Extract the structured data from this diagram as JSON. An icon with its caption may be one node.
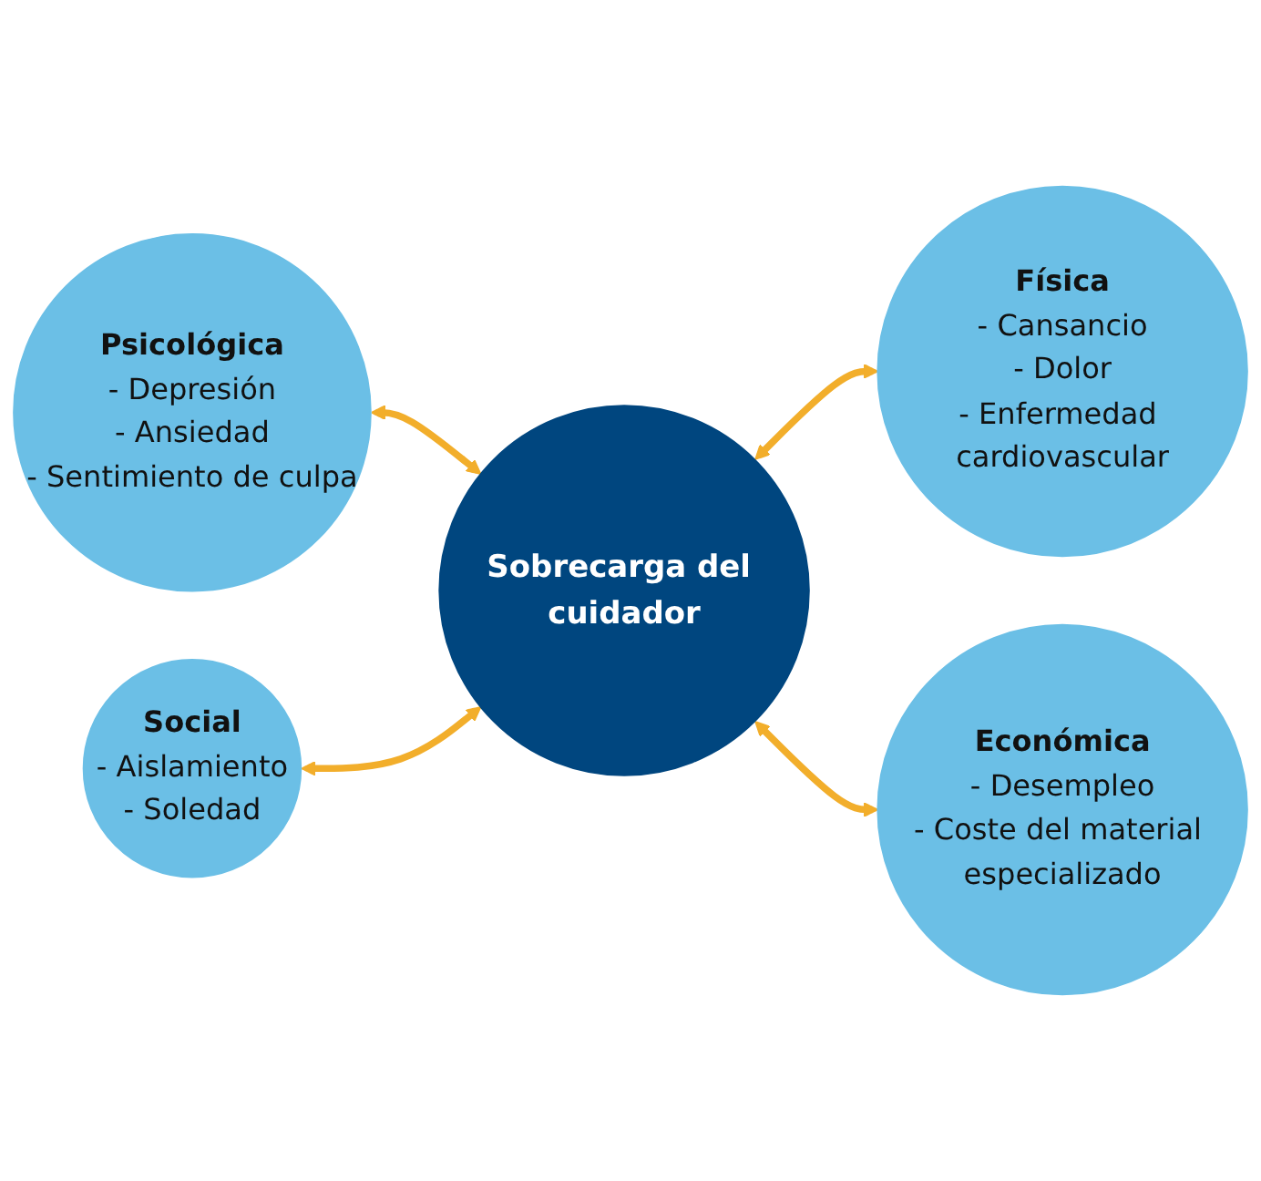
{
  "diagram": {
    "nodes": [
      {
        "text": [
          "Psicológica",
          "- Depresión",
          "- Ansiedad",
          "- Sentimiento de culpa"
        ]
      },
      {
        "text": [
          "Social",
          "- Aislamiento",
          "- Soledad"
        ]
      },
      {
        "text": [
          "Sobrecarga del cuidador"
        ]
      },
      {
        "text": [
          "Física",
          "- Cansancio",
          "- Dolor",
          "- Enfermedad cardiovascular"
        ]
      },
      {
        "text": [
          "Económica",
          "- Desempleo",
          "- Coste del material especializado"
        ]
      }
    ],
    "edges": [
      {
        "from": 0,
        "to": 2,
        "arrow": "both"
      },
      {
        "from": 1,
        "to": 2,
        "arrow": "both"
      },
      {
        "from": 2,
        "to": 3,
        "arrow": "both"
      },
      {
        "from": 2,
        "to": 4,
        "arrow": "both"
      }
    ]
  }
}
